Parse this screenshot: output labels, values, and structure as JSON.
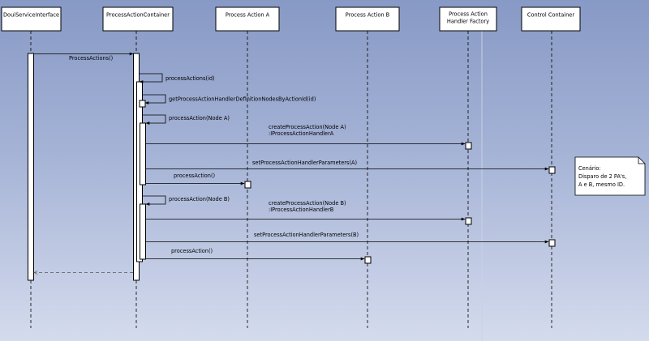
{
  "lifelines": [
    {
      "id": "dsi",
      "title_lines": [
        "DouiServiceInterface"
      ]
    },
    {
      "id": "pac",
      "title_lines": [
        "ProcessActionContainer"
      ]
    },
    {
      "id": "paa",
      "title_lines": [
        "Process Action A"
      ]
    },
    {
      "id": "pab",
      "title_lines": [
        "Process Action B"
      ]
    },
    {
      "id": "pahf",
      "title_lines": [
        "Process Action",
        "Handler Factory"
      ]
    },
    {
      "id": "cc",
      "title_lines": [
        "Control Container"
      ]
    }
  ],
  "messages": [
    {
      "id": "m1",
      "lines": [
        "ProcessActions()"
      ]
    },
    {
      "id": "m2",
      "lines": [
        "processActions(id)"
      ]
    },
    {
      "id": "m3",
      "lines": [
        "getProcessActionHandlerDefinitionNodesByActionId(id)"
      ]
    },
    {
      "id": "m4",
      "lines": [
        "processAction(Node A)"
      ]
    },
    {
      "id": "m5",
      "lines": [
        "createProcessAction(Node A)",
        ":IProcessActionHandlerA"
      ]
    },
    {
      "id": "m6",
      "lines": [
        "setProcessActionHandlerParameters(A)"
      ]
    },
    {
      "id": "m7",
      "lines": [
        "processAction()"
      ]
    },
    {
      "id": "m8",
      "lines": [
        "processAction(Node B)"
      ]
    },
    {
      "id": "m9",
      "lines": [
        "createProcessAction(Node B)",
        ":IProcessActionHandlerB"
      ]
    },
    {
      "id": "m10",
      "lines": [
        "setProcessActionHandlerParameters(B)"
      ]
    },
    {
      "id": "m11",
      "lines": [
        "processAction()"
      ]
    },
    {
      "id": "m12",
      "lines": []
    }
  ],
  "note": {
    "lines": [
      "Cenário:",
      "Disparo de 2 PA's,",
      "A e B, mesmo ID."
    ]
  },
  "colors": {
    "box_fill": "#ffffff",
    "line": "#000000",
    "note_fill": "#ffffff"
  }
}
